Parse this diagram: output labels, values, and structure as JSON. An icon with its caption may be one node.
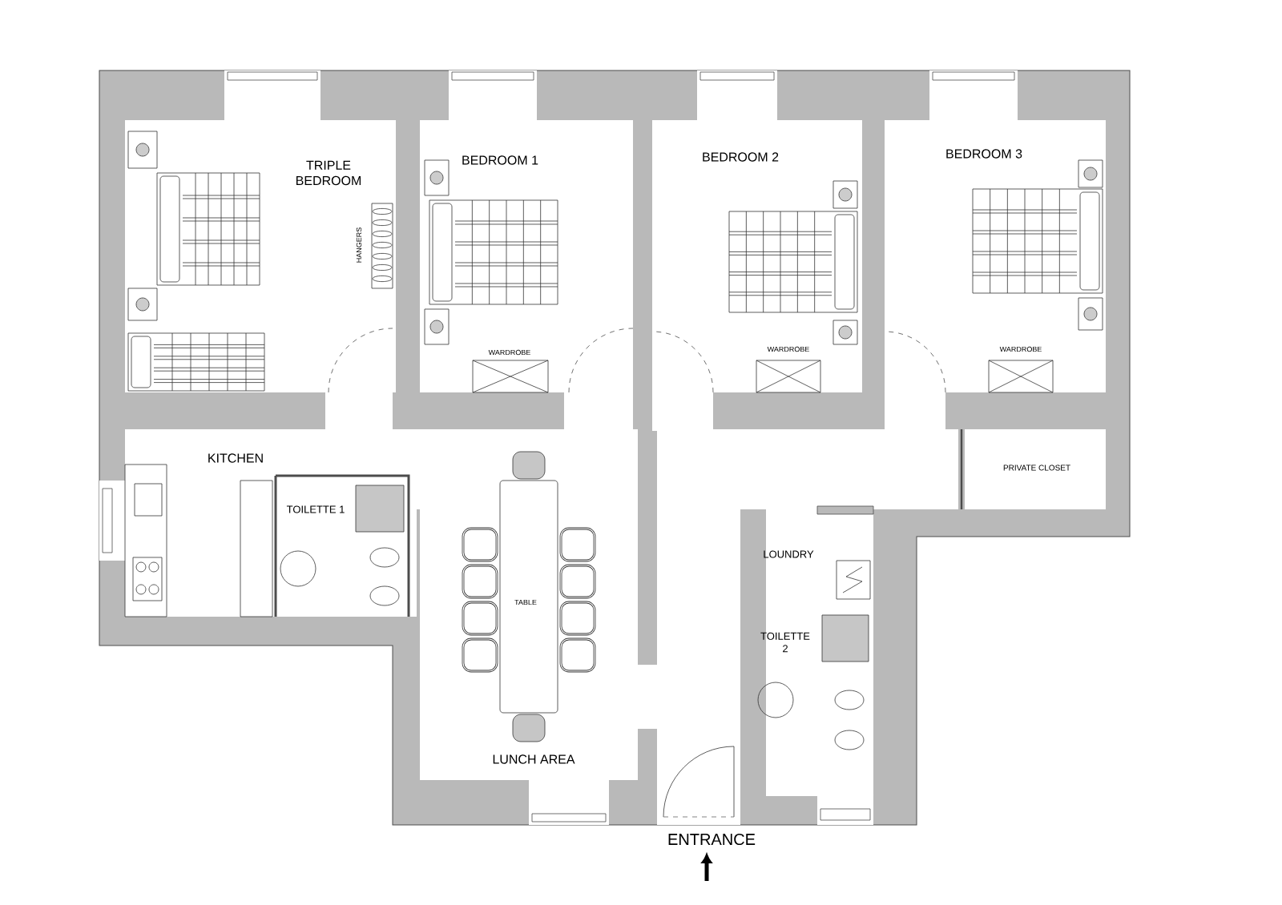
{
  "diagram": {
    "labels": [
      "TRIPLE BEDROOM",
      "BEDROOM 1",
      "HANGERS",
      "WARDROBE",
      "BEDROOM 2",
      "WARDROBE",
      "BEDROOM 3",
      "WARDROBE",
      "PRIVATE CLOSET",
      "KITCHEN",
      "TOILETTE 1",
      "TABLE",
      "LUNCH AREA",
      "LOUNDRY",
      "TOILETTE 2",
      "ENTRANCE"
    ]
  }
}
